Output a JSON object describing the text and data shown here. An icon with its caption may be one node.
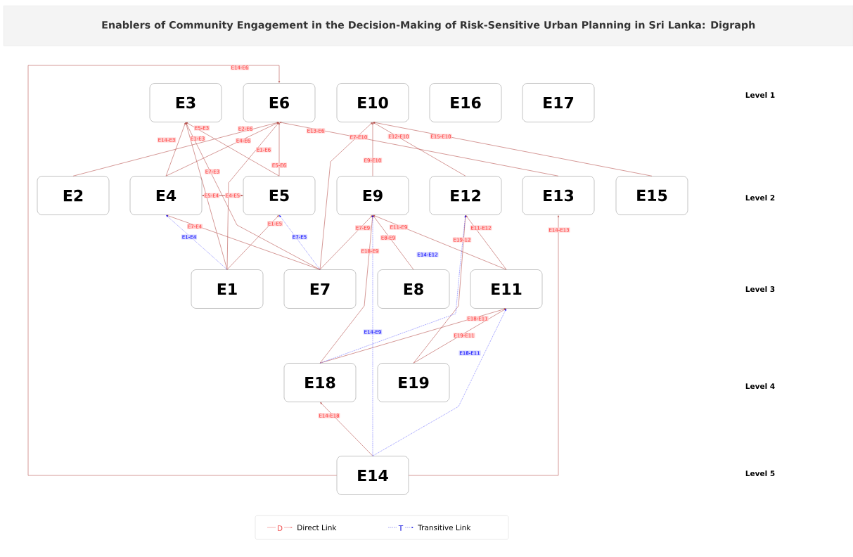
{
  "diagram": {
    "title": "Enablers of Community Engagement in the Decision-Making of Risk-Sensitive Urban Planning in Sri Lanka: Digraph",
    "nodes": [
      {
        "text": [
          "E3"
        ]
      },
      {
        "text": [
          "E6"
        ]
      },
      {
        "text": [
          "E10"
        ]
      },
      {
        "text": [
          "E16"
        ]
      },
      {
        "text": [
          "E17"
        ]
      },
      {
        "text": [
          "E2"
        ]
      },
      {
        "text": [
          "E4"
        ]
      },
      {
        "text": [
          "E5"
        ]
      },
      {
        "text": [
          "E9"
        ]
      },
      {
        "text": [
          "E12"
        ]
      },
      {
        "text": [
          "E13"
        ]
      },
      {
        "text": [
          "E15"
        ]
      },
      {
        "text": [
          "E1"
        ]
      },
      {
        "text": [
          "E7"
        ]
      },
      {
        "text": [
          "E8"
        ]
      },
      {
        "text": [
          "E11"
        ]
      },
      {
        "text": [
          "E18"
        ]
      },
      {
        "text": [
          "E19"
        ]
      },
      {
        "text": [
          "E14"
        ]
      }
    ],
    "edges": [
      {
        "from": 18,
        "to": 1,
        "arrow": "to",
        "label": "E14-E6"
      },
      {
        "from": 6,
        "to": 0,
        "arrow": "to",
        "label": "E14-E3"
      },
      {
        "from": 7,
        "to": 0,
        "arrow": "to",
        "label": "E5-E3"
      },
      {
        "from": 12,
        "to": 0,
        "arrow": "to",
        "label": "E1-E3"
      },
      {
        "from": 5,
        "to": 1,
        "arrow": "to",
        "label": "E2-E6"
      },
      {
        "from": 6,
        "to": 1,
        "arrow": "to",
        "label": "E4-E6"
      },
      {
        "from": 12,
        "to": 1,
        "arrow": "to",
        "label": "E1-E6"
      },
      {
        "from": 10,
        "to": 1,
        "arrow": "to",
        "label": "E13-E6"
      },
      {
        "from": 7,
        "to": 1,
        "arrow": "to",
        "label": "E5-E6"
      },
      {
        "from": 13,
        "to": 0,
        "arrow": "to",
        "label": "E7-E3"
      },
      {
        "from": 7,
        "to": 6,
        "arrow": "to",
        "label": "E5-E4"
      },
      {
        "from": 6,
        "to": 7,
        "arrow": "to",
        "label": "E4-E5"
      },
      {
        "from": 13,
        "to": 6,
        "arrow": "to",
        "label": "E7-E4"
      },
      {
        "from": 12,
        "to": 7,
        "arrow": "to",
        "label": "E1-E5"
      },
      {
        "from": 13,
        "to": 2,
        "arrow": "to",
        "label": "E7-E10"
      },
      {
        "from": 9,
        "to": 2,
        "arrow": "to",
        "label": "E12-E10"
      },
      {
        "from": 11,
        "to": 2,
        "arrow": "to",
        "label": "E15-E10"
      },
      {
        "from": 8,
        "to": 2,
        "arrow": "to",
        "label": "E9-E10"
      },
      {
        "from": 13,
        "to": 8,
        "arrow": "to",
        "label": "E7-E9"
      },
      {
        "from": 15,
        "to": 8,
        "arrow": "to",
        "label": "E11-E9"
      },
      {
        "from": 14,
        "to": 8,
        "arrow": "to",
        "label": "E8-E9"
      },
      {
        "from": 16,
        "to": 8,
        "arrow": "to",
        "label": "E18-E9"
      },
      {
        "from": 15,
        "to": 9,
        "arrow": "to",
        "label": "E11-E12"
      },
      {
        "from": 17,
        "to": 9,
        "arrow": "to",
        "label": "E19-12"
      },
      {
        "from": 18,
        "to": 10,
        "arrow": "to",
        "label": "E14-E13"
      },
      {
        "from": 16,
        "to": 15,
        "arrow": "to",
        "label": "E18-E11"
      },
      {
        "from": 17,
        "to": 15,
        "arrow": "to",
        "label": "E19-E11"
      },
      {
        "from": 18,
        "to": 16,
        "arrow": "to",
        "label": "E14-E18"
      },
      {
        "from": 12,
        "to": 6,
        "arrow": "to",
        "label": "E1-E4",
        "style": "dashed",
        "color": "#0000ff"
      },
      {
        "from": 13,
        "to": 7,
        "arrow": "to",
        "label": "E7-E5",
        "style": "dashed",
        "color": "#0000ff"
      },
      {
        "from": 16,
        "to": 9,
        "arrow": "to",
        "label": "E14-E12",
        "style": "dashed",
        "color": "#0000ff"
      },
      {
        "from": 18,
        "to": 8,
        "arrow": "to",
        "label": "E14-E9",
        "style": "dashed",
        "color": "#0000ff"
      },
      {
        "from": 18,
        "to": 15,
        "arrow": "to",
        "label": "E18-E11",
        "style": "dashed",
        "color": "#0000ff"
      }
    ],
    "labels": [
      "Level 1",
      "Level 2",
      "Level 3",
      "Level 4",
      "Level 5",
      "D",
      "T"
    ],
    "legend": [
      {
        "text": "Direct Link"
      },
      {
        "text": "Transitive Link"
      }
    ]
  }
}
